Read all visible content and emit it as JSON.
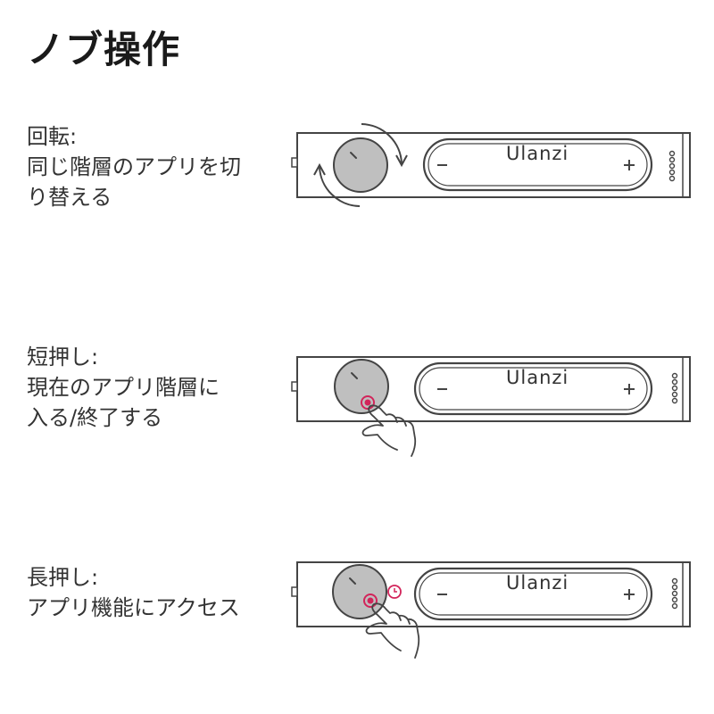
{
  "title": "ノブ操作",
  "sections": [
    {
      "id": "rotate",
      "label": "回転:",
      "desc_lines": [
        "同じ階層のアプリを切",
        "り替える"
      ],
      "device": {
        "brand": "Ulanzi",
        "minus": "−",
        "plus": "+"
      },
      "gesture": "rotate"
    },
    {
      "id": "short-press",
      "label": "短押し:",
      "desc_lines": [
        "現在のアプリ階層に",
        "入る/終了する"
      ],
      "device": {
        "brand": "Ulanzi",
        "minus": "−",
        "plus": "+"
      },
      "gesture": "tap"
    },
    {
      "id": "long-press",
      "label": "長押し:",
      "desc_lines": [
        "アプリ機能にアクセス"
      ],
      "device": {
        "brand": "Ulanzi",
        "minus": "−",
        "plus": "+"
      },
      "gesture": "long-press"
    }
  ],
  "colors": {
    "outline": "#444444",
    "knob_fill": "#bfbfbf",
    "press_accent": "#d2245a"
  },
  "icons": [
    "rotate-arrows-icon",
    "finger-tap-icon",
    "press-point-icon",
    "clock-icon"
  ]
}
